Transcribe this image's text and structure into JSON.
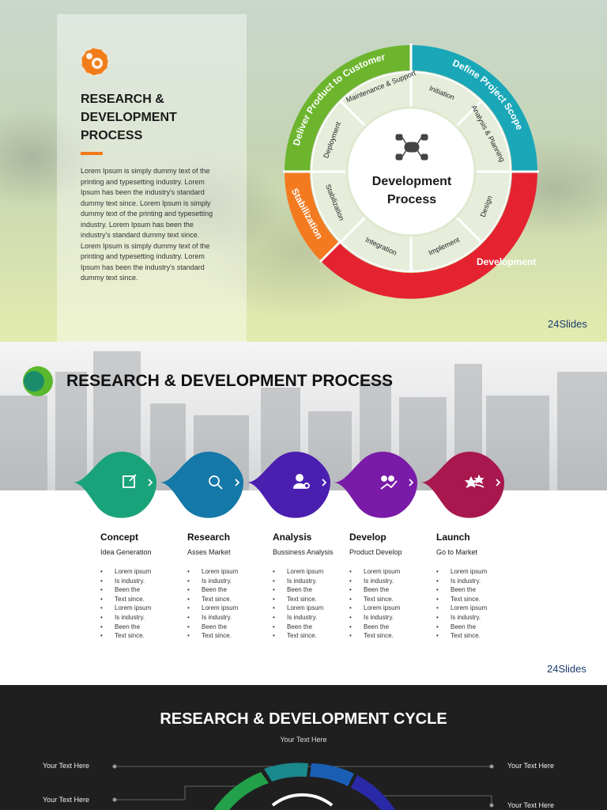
{
  "slide1": {
    "title": "RESEARCH & DEVELOPMENT PROCESS",
    "body": "Lorem Ipsum is simply dummy text of the printing and typesetting industry. Lorem Ipsum has been the industry's standard dummy text since. Lorem Ipsum is simply dummy text of the printing and typesetting industry. Lorem Ipsum has been the industry's standard dummy text since. Lorem Ipsum is simply dummy text of the printing and typesetting industry. Lorem Ipsum has been the industry's standard dummy text since.",
    "center_label_1": "Development",
    "center_label_2": "Process",
    "outer_segments": [
      "Define Project Scope",
      "Development",
      "Stabilization",
      "Deliver Product to Customer"
    ],
    "inner_segments": [
      "Initiation",
      "Analysis & Planning",
      "Design",
      "Implement",
      "Integration",
      "Stabilization",
      "Deployment",
      "Maintenance & Support"
    ],
    "colors": {
      "teal": "#1aa7b8",
      "red": "#e52330",
      "orange": "#f47a20",
      "green": "#6cb52d"
    },
    "brand": "24Slides"
  },
  "slide2": {
    "title": "RESEARCH & DEVELOPMENT PROCESS",
    "steps": [
      {
        "heading": "Concept",
        "subheading": "Idea Generation",
        "icon": "edit-icon",
        "color": "#1aa37a",
        "bullets": [
          "Lorem ipsum",
          "Is industry.",
          "Been the",
          "Text  since.",
          "Lorem ipsum",
          "Is industry.",
          "Been the",
          "Text  since."
        ]
      },
      {
        "heading": "Research",
        "subheading": "Asses Market",
        "icon": "search-icon",
        "color": "#1478a8",
        "bullets": [
          "Lorem ipsum",
          "Is industry.",
          "Been the",
          "Text  since.",
          "Lorem ipsum",
          "Is industry.",
          "Been the",
          "Text  since."
        ]
      },
      {
        "heading": "Analysis",
        "subheading": "Bussiness Analysis",
        "icon": "user-search-icon",
        "color": "#4a1fb0",
        "bullets": [
          "Lorem ipsum",
          "Is industry.",
          "Been the",
          "Text  since.",
          "Lorem ipsum",
          "Is industry.",
          "Been the",
          "Text  since."
        ]
      },
      {
        "heading": "Develop",
        "subheading": "Product Develop",
        "icon": "team-growth-icon",
        "color": "#7a1aa8",
        "bullets": [
          "Lorem ipsum",
          "Is industry.",
          "Been the",
          "Text  since.",
          "Lorem ipsum",
          "Is industry.",
          "Been the",
          "Text  since."
        ]
      },
      {
        "heading": "Launch",
        "subheading": "Go to Market",
        "icon": "launch-stars-icon",
        "color": "#a8174e",
        "bullets": [
          "Lorem ipsum",
          "Is industry.",
          "Been the",
          "Text  since.",
          "Lorem ipsum",
          "Is industry.",
          "Been the",
          "Text  since."
        ]
      }
    ],
    "brand": "24Slides"
  },
  "slide3": {
    "title": "RESEARCH & DEVELOPMENT CYCLE",
    "subtitle": "Your Text Here",
    "labels_left": [
      "Your Text Here",
      "Your Text Here"
    ],
    "labels_right": [
      "Your Text Here",
      "Your Text Here"
    ]
  }
}
